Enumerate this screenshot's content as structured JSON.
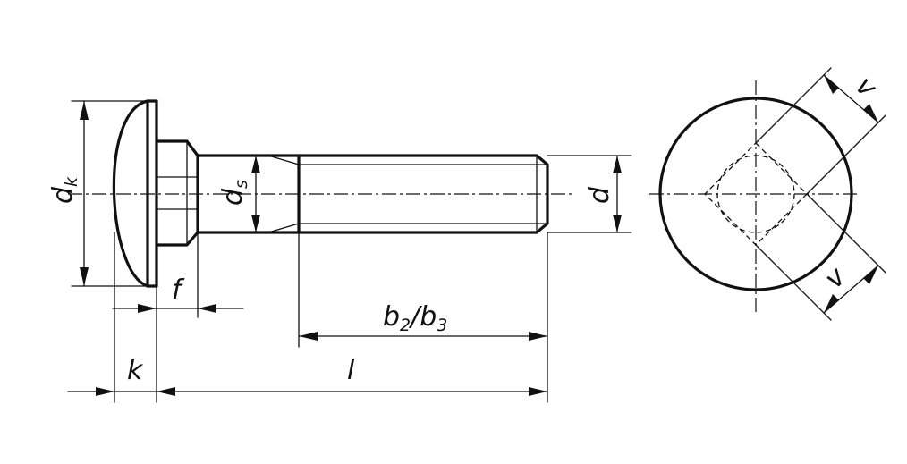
{
  "drawing": {
    "labels": {
      "dk": "d",
      "dk_sub": "k",
      "ds": "d",
      "ds_sub": "s",
      "d": "d",
      "f": "f",
      "k": "k",
      "l": "l",
      "b_b": "b",
      "b_sub2": "2",
      "b_slash": "/",
      "b_b2": "b",
      "b_sub3": "3",
      "v_top": "v",
      "v_bottom": "v"
    }
  }
}
